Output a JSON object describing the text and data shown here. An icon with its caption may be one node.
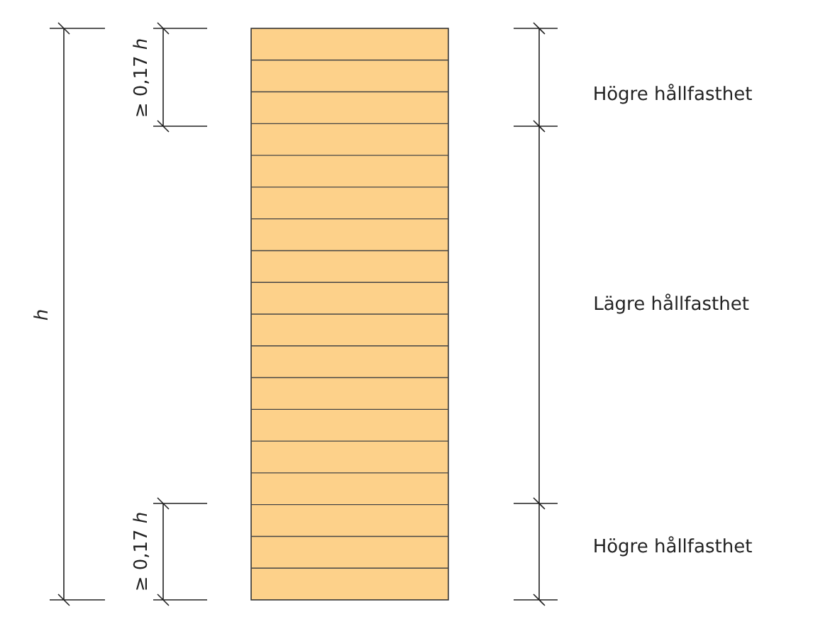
{
  "diagram": {
    "labels": [
      "h",
      "≥ 0,17 *h*",
      "≥ 0,17 *h*",
      "Högre hållfasthet",
      "Lägre hållfasthet",
      "Högre hållfasthet"
    ]
  }
}
